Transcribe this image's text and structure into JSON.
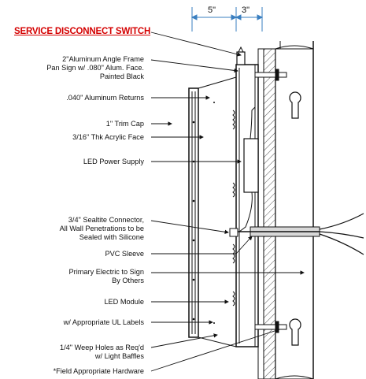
{
  "title": "SERVICE DISCONNECT SWITCH",
  "dimensions": {
    "left": "5\"",
    "right": "3\""
  },
  "labels": [
    [
      "2\"Aluminum Angle Frame",
      "Pan Sign w/ .080\" Alum. Face.",
      "Painted Black"
    ],
    [
      ".040\" Aluminum Returns"
    ],
    [
      "1\" Trim Cap"
    ],
    [
      "3/16\" Thk Acrylic Face"
    ],
    [
      "LED Power Supply"
    ],
    [
      "3/4\" Sealtite Connector,",
      "All Wall Penetrations to be",
      "Sealed with Silicone"
    ],
    [
      "PVC Sleeve"
    ],
    [
      "Primary Electric to Sign",
      "By Others"
    ],
    [
      "LED Module"
    ],
    [
      "w/ Appropriate UL Labels"
    ],
    [
      "1/4\" Weep Holes as Req'd",
      "w/ Light Baffles"
    ],
    [
      "*Field Appropriate Hardware"
    ]
  ],
  "colors": {
    "title": "#d40000",
    "dimension": "#3a7fc0"
  }
}
